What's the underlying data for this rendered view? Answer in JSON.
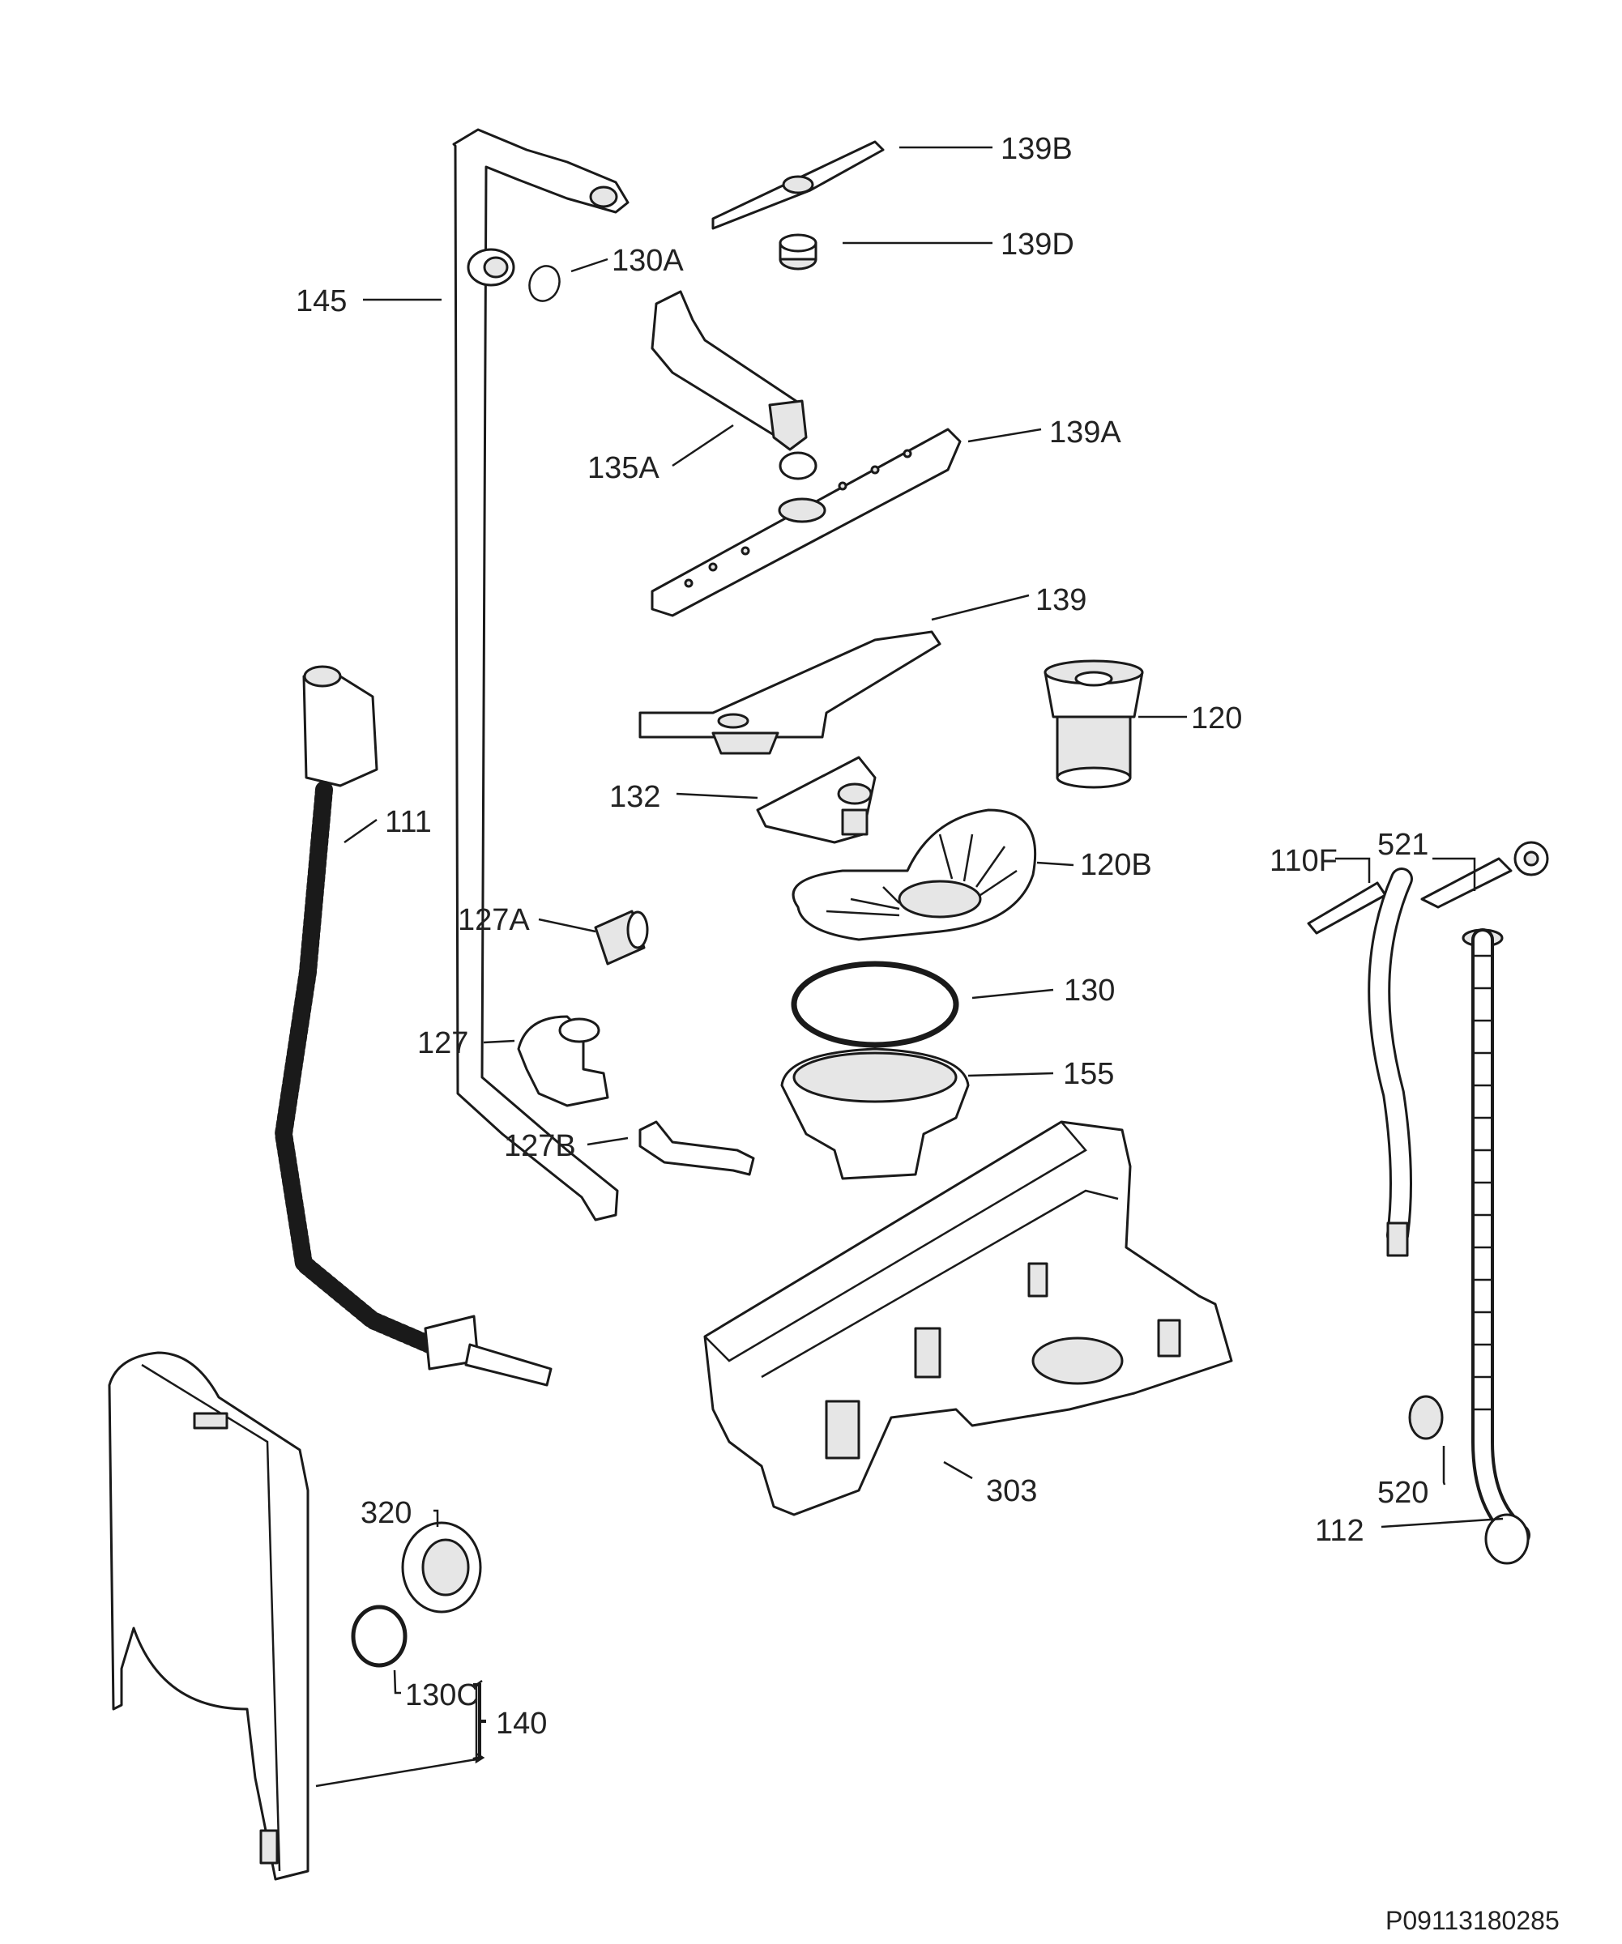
{
  "diagram": {
    "labels": [
      {
        "id": "139B",
        "text": "139B"
      },
      {
        "id": "139D",
        "text": "139D"
      },
      {
        "id": "130A",
        "text": "130A"
      },
      {
        "id": "145",
        "text": "145"
      },
      {
        "id": "135A",
        "text": "135A"
      },
      {
        "id": "139A",
        "text": "139A"
      },
      {
        "id": "139",
        "text": "139"
      },
      {
        "id": "120",
        "text": "120"
      },
      {
        "id": "111",
        "text": "111"
      },
      {
        "id": "132",
        "text": "132"
      },
      {
        "id": "120B",
        "text": "120B"
      },
      {
        "id": "110F",
        "text": "110F"
      },
      {
        "id": "521",
        "text": "521"
      },
      {
        "id": "127A",
        "text": "127A"
      },
      {
        "id": "130",
        "text": "130"
      },
      {
        "id": "127",
        "text": "127"
      },
      {
        "id": "155",
        "text": "155"
      },
      {
        "id": "127B",
        "text": "127B"
      },
      {
        "id": "303",
        "text": "303"
      },
      {
        "id": "520",
        "text": "520"
      },
      {
        "id": "112",
        "text": "112"
      },
      {
        "id": "320",
        "text": "320"
      },
      {
        "id": "130C",
        "text": "130C"
      },
      {
        "id": "140",
        "text": "140"
      }
    ],
    "drawing_code": "P09113180285"
  }
}
